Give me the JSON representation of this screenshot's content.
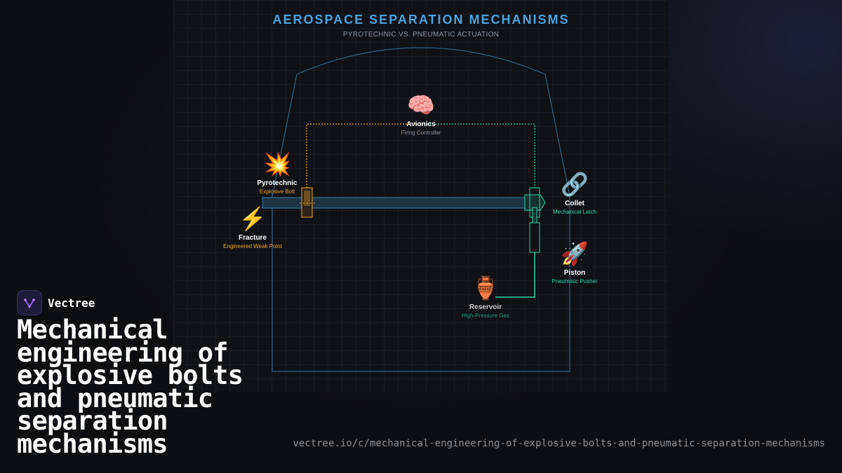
{
  "diagram": {
    "title": "AEROSPACE SEPARATION MECHANISMS",
    "subtitle": "PYROTECHNIC VS. PNEUMATIC ACTUATION",
    "nodes": {
      "avionics": {
        "icon": "brain",
        "emoji": "🧠",
        "name": "Avionics",
        "sub": "Firing Controller"
      },
      "pyrotechnic": {
        "icon": "explosion",
        "emoji": "💥",
        "name": "Pyrotechnic",
        "sub": "Explosive Bolt"
      },
      "fracture": {
        "icon": "lightning",
        "emoji": "⚡",
        "name": "Fracture",
        "sub": "Engineered Weak Point"
      },
      "collet": {
        "icon": "chain-link",
        "emoji": "🔗",
        "name": "Collet",
        "sub": "Mechanical Latch"
      },
      "piston": {
        "icon": "rocket",
        "emoji": "🚀",
        "name": "Piston",
        "sub": "Pneumatic Pusher"
      },
      "reservoir": {
        "icon": "amphora",
        "emoji": "🏺",
        "name": "Reservoir",
        "sub": "High-Pressure Gas"
      }
    },
    "colors": {
      "pyro": "#f2a52b",
      "pneumatic": "#2ad4a8",
      "structure": "#3f7fa6",
      "title": "#4aa3df"
    }
  },
  "brand": {
    "name": "Vectree",
    "logo_icon": "vectree-logo"
  },
  "headline": "Mechanical engineering of explosive bolts and pneumatic separation mechanisms",
  "url": "vectree.io/c/mechanical-engineering-of-explosive-bolts-and-pneumatic-separation-mechanisms"
}
